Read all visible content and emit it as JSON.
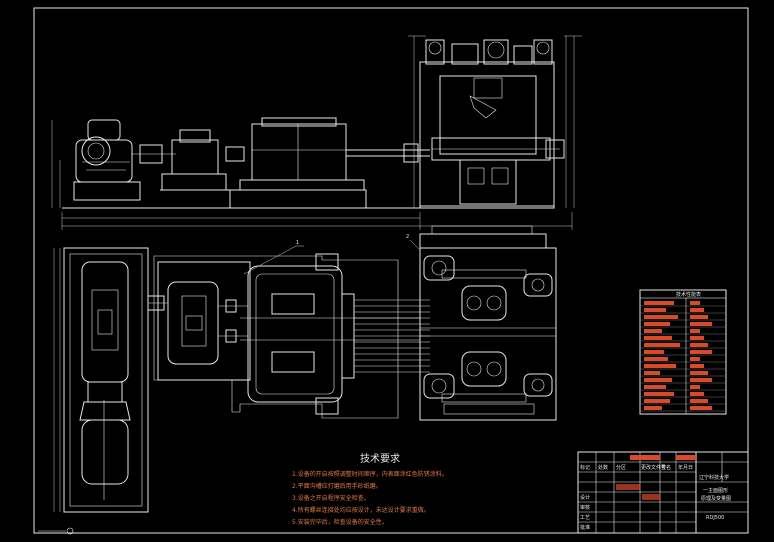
{
  "notes": {
    "title": "技术要求",
    "items": [
      "1.设备的开启按照调整时间顺序，内表面涂红色防锈涂料。",
      "2.平面沟槽应打磨后用手砂纸磨。",
      "3.设备之开启程序安全检查。",
      "4.所有螺丝连接处均应按设计，未达设计要求重做。",
      "5.安装完毕后，检查设备的安全性。"
    ]
  },
  "callouts": [
    "1",
    "2"
  ],
  "spec_table": {
    "title": "技术性能表"
  },
  "title_block": {
    "school": "辽宁科技大学",
    "drawing_name_1": "一主面图形",
    "drawing_name_2": "原理及变量图",
    "drawing_no": "RDJ500",
    "row_labels": [
      "标记",
      "处数",
      "分区",
      "更改文件号",
      "签名",
      "年月日"
    ],
    "role_labels": [
      "设计",
      "审核",
      "工艺",
      "批准"
    ]
  },
  "colors": {
    "line": "#e8e8e8",
    "accent": "#d84a2a",
    "annotation": "#e07848",
    "background": "#000000"
  }
}
